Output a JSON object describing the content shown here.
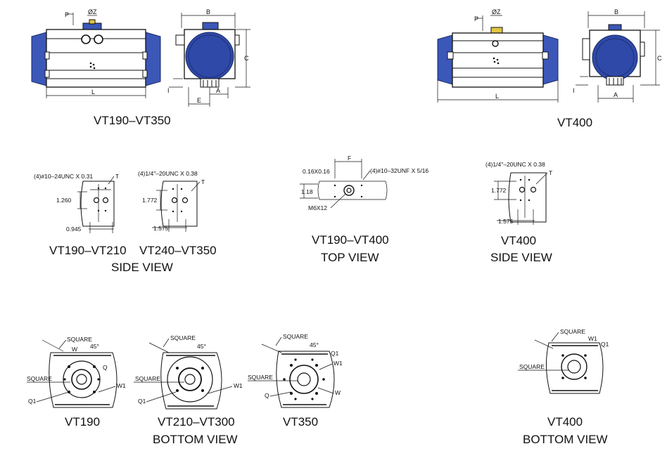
{
  "labels": {
    "P": "P",
    "phiZ": "ØZ",
    "B": "B",
    "C": "C",
    "L": "L",
    "A": "A",
    "E": "E",
    "I": "I",
    "F": "F",
    "T": "T",
    "W": "W",
    "W1": "W1",
    "Q": "Q",
    "Q1": "Q1",
    "SQUARE": "SQUARE",
    "deg45": "45°"
  },
  "views": {
    "vt190_vt350": "VT190–VT350",
    "vt400_front": "VT400",
    "side_vt190_vt210": "VT190–VT210",
    "side_vt240_vt350": "VT240–VT350",
    "side_view_1": "SIDE VIEW",
    "top_vt190_vt400": "VT190–VT400",
    "top_view": "TOP VIEW",
    "side_vt400": "VT400",
    "side_view_2": "SIDE VIEW",
    "bottom_vt190": "VT190",
    "bottom_vt210_vt300": "VT210–VT300",
    "bottom_view_1": "BOTTOM VIEW",
    "bottom_vt350": "VT350",
    "bottom_vt400": "VT400",
    "bottom_view_2": "BOTTOM VIEW"
  },
  "dims": {
    "side1_thread": "(4)#10–24UNC X 0.31",
    "side1_h": "1.260",
    "side1_w": "0.945",
    "side2_thread": "(4)1/4\"–20UNC X 0.38",
    "side2_h": "1.772",
    "side2_w": "1.575",
    "top_offset": "0.16X0.16",
    "top_thread": "(4)#10–32UNF X 5/16",
    "top_h": "1.18",
    "top_screw": "M6X12",
    "side3_thread": "(4)1/4\"–20UNC X 0.38",
    "side3_h": "1.772",
    "side3_w": "1.575"
  }
}
